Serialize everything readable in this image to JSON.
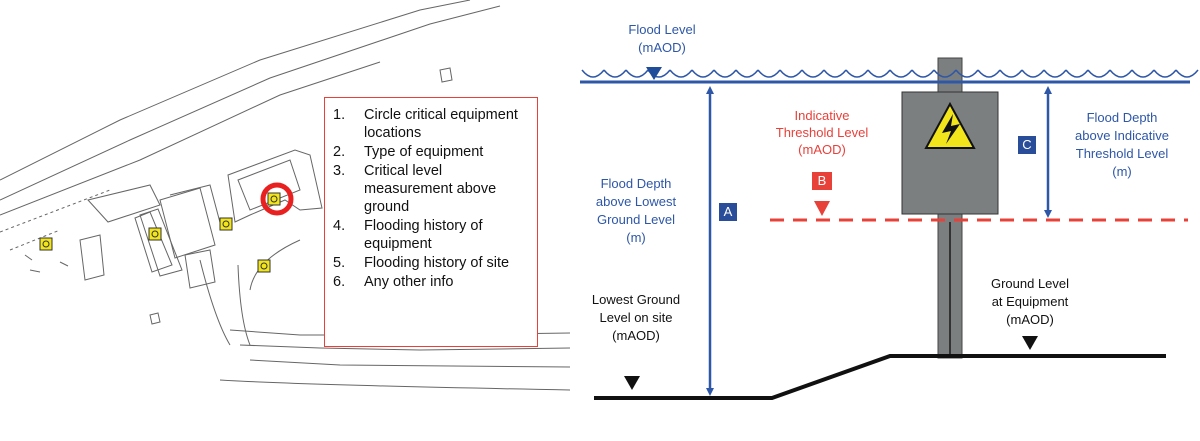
{
  "checklist": {
    "items": [
      {
        "num": "1.",
        "text": "Circle critical equipment locations"
      },
      {
        "num": "2.",
        "text": "Type of equipment"
      },
      {
        "num": "3.",
        "text": "Critical level measurement above ground"
      },
      {
        "num": "4.",
        "text": "Flooding history of equipment"
      },
      {
        "num": "5.",
        "text": "Flooding history of site"
      },
      {
        "num": "6.",
        "text": "Any other info"
      }
    ]
  },
  "diagram": {
    "flood_level": {
      "line1": "Flood Level",
      "line2": "(mAOD)"
    },
    "threshold": {
      "line1": "Indicative",
      "line2": "Threshold Level",
      "line3": "(mAOD)"
    },
    "depth_lowest": {
      "line1": "Flood Depth",
      "line2": "above Lowest",
      "line3": "Ground Level",
      "line4": "(m)"
    },
    "depth_threshold": {
      "line1": "Flood Depth",
      "line2": "above Indicative",
      "line3": "Threshold Level",
      "line4": "(m)"
    },
    "lowest_ground": {
      "line1": "Lowest Ground",
      "line2": "Level on site",
      "line3": "(mAOD)"
    },
    "ground_equipment": {
      "line1": "Ground Level",
      "line2": "at Equipment",
      "line3": "(mAOD)"
    },
    "badges": {
      "a": "A",
      "b": "B",
      "c": "C"
    },
    "colors": {
      "blue": "#2e57a8",
      "red": "#e8413a",
      "box": "#7b7f80",
      "badge": "#2a4d9a"
    }
  }
}
